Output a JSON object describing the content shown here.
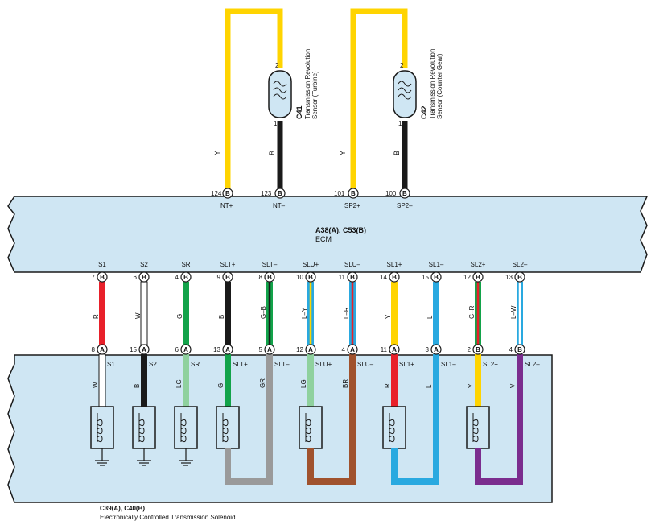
{
  "ecm": {
    "connector": "A38(A), C53(B)",
    "name": "ECM",
    "sensor_pins": [
      {
        "pin": "124",
        "conn": "B",
        "signal": "NT+"
      },
      {
        "pin": "123",
        "conn": "B",
        "signal": "NT–"
      },
      {
        "pin": "101",
        "conn": "B",
        "signal": "SP2+"
      },
      {
        "pin": "100",
        "conn": "B",
        "signal": "SP2–"
      }
    ],
    "solenoid_pins": [
      {
        "pin": "7",
        "conn": "B",
        "signal": "S1"
      },
      {
        "pin": "6",
        "conn": "B",
        "signal": "S2"
      },
      {
        "pin": "4",
        "conn": "B",
        "signal": "SR"
      },
      {
        "pin": "9",
        "conn": "B",
        "signal": "SLT+"
      },
      {
        "pin": "8",
        "conn": "B",
        "signal": "SLT–"
      },
      {
        "pin": "10",
        "conn": "B",
        "signal": "SLU+"
      },
      {
        "pin": "11",
        "conn": "B",
        "signal": "SLU–"
      },
      {
        "pin": "14",
        "conn": "B",
        "signal": "SL1+"
      },
      {
        "pin": "15",
        "conn": "B",
        "signal": "SL1–"
      },
      {
        "pin": "12",
        "conn": "B",
        "signal": "SL2+"
      },
      {
        "pin": "13",
        "conn": "B",
        "signal": "SL2–"
      }
    ]
  },
  "sensors": [
    {
      "id": "C41",
      "name_line1": "Transmission Revolution",
      "name_line2": "Sensor (Turbine)",
      "pin_top": "2",
      "pin_bottom": "1",
      "wire_left": "Y",
      "wire_right": "B"
    },
    {
      "id": "C42",
      "name_line1": "Transmission Revolution",
      "name_line2": "Sensor (Counter Gear)",
      "pin_top": "2",
      "pin_bottom": "1",
      "wire_left": "Y",
      "wire_right": "B"
    }
  ],
  "harness": [
    {
      "color": "R",
      "c1": "#e8202a",
      "c2": ""
    },
    {
      "color": "W",
      "c1": "#ffffff",
      "c2": ""
    },
    {
      "color": "G",
      "c1": "#12a34a",
      "c2": ""
    },
    {
      "color": "B",
      "c1": "#1a1a1a",
      "c2": ""
    },
    {
      "color": "G–B",
      "c1": "#12a34a",
      "c2": "#1a1a1a"
    },
    {
      "color": "L–Y",
      "c1": "#29a9e0",
      "c2": "#ffd400"
    },
    {
      "color": "L–R",
      "c1": "#29a9e0",
      "c2": "#e8202a"
    },
    {
      "color": "Y",
      "c1": "#ffd400",
      "c2": ""
    },
    {
      "color": "L",
      "c1": "#29a9e0",
      "c2": ""
    },
    {
      "color": "G–R",
      "c1": "#12a34a",
      "c2": "#e8202a"
    },
    {
      "color": "L–W",
      "c1": "#29a9e0",
      "c2": "#ffffff"
    }
  ],
  "solenoid": {
    "connector": "C39(A), C40(B)",
    "name": "Electronically Controlled Transmission Solenoid",
    "pins": [
      {
        "pin": "8",
        "conn": "A",
        "signal": "S1",
        "wire": "W",
        "color": "#ffffff"
      },
      {
        "pin": "15",
        "conn": "A",
        "signal": "S2",
        "wire": "B",
        "color": "#1a1a1a"
      },
      {
        "pin": "6",
        "conn": "A",
        "signal": "SR",
        "wire": "LG",
        "color": "#8fd19e"
      },
      {
        "pin": "13",
        "conn": "A",
        "signal": "SLT+",
        "wire": "G",
        "color": "#12a34a"
      },
      {
        "pin": "5",
        "conn": "A",
        "signal": "SLT–",
        "wire": "GR",
        "color": "#9a9a9a"
      },
      {
        "pin": "12",
        "conn": "A",
        "signal": "SLU+",
        "wire": "LG",
        "color": "#8fd19e"
      },
      {
        "pin": "4",
        "conn": "A",
        "signal": "SLU–",
        "wire": "BR",
        "color": "#a0522d"
      },
      {
        "pin": "11",
        "conn": "A",
        "signal": "SL1+",
        "wire": "R",
        "color": "#e8202a"
      },
      {
        "pin": "3",
        "conn": "A",
        "signal": "SL1–",
        "wire": "L",
        "color": "#29a9e0"
      },
      {
        "pin": "2",
        "conn": "B",
        "signal": "SL2+",
        "wire": "Y",
        "color": "#ffd400"
      },
      {
        "pin": "4",
        "conn": "B",
        "signal": "SL2–",
        "wire": "V",
        "color": "#7b2d8e"
      }
    ]
  },
  "colors": {
    "box_fill": "#cfe6f3",
    "box_stroke": "#1a1a1a",
    "sensor_fill": "#cfe6f3"
  }
}
